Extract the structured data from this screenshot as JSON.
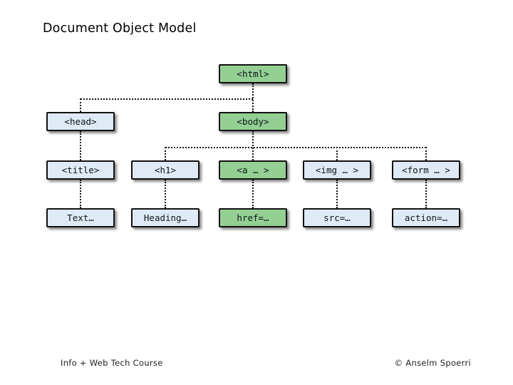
{
  "slide": {
    "title": "Document Object Model",
    "footer_left": "Info + Web Tech Course",
    "footer_right": "© Anselm Spoerri"
  },
  "colors": {
    "node_green": "#94d094",
    "node_blue": "#dfeaf5",
    "node_border": "#111111",
    "connector": "#111111",
    "background": "#ffffff"
  },
  "tree": {
    "nodes": [
      {
        "id": "html",
        "label": "<html>",
        "color": "green"
      },
      {
        "id": "head",
        "label": "<head>",
        "color": "blue"
      },
      {
        "id": "body",
        "label": "<body>",
        "color": "green"
      },
      {
        "id": "title",
        "label": "<title>",
        "color": "blue"
      },
      {
        "id": "h1",
        "label": "<h1>",
        "color": "blue"
      },
      {
        "id": "a",
        "label": "<a … >",
        "color": "green"
      },
      {
        "id": "img",
        "label": "<img … >",
        "color": "blue"
      },
      {
        "id": "form",
        "label": "<form … >",
        "color": "blue"
      },
      {
        "id": "text",
        "label": "Text…",
        "color": "blue"
      },
      {
        "id": "heading",
        "label": "Heading…",
        "color": "blue"
      },
      {
        "id": "href",
        "label": "href=…",
        "color": "green"
      },
      {
        "id": "src",
        "label": "src=…",
        "color": "blue"
      },
      {
        "id": "action",
        "label": "action=…",
        "color": "blue"
      }
    ],
    "edges": [
      [
        "html",
        "head"
      ],
      [
        "html",
        "body"
      ],
      [
        "head",
        "title"
      ],
      [
        "body",
        "h1"
      ],
      [
        "body",
        "a"
      ],
      [
        "body",
        "img"
      ],
      [
        "body",
        "form"
      ],
      [
        "title",
        "text"
      ],
      [
        "h1",
        "heading"
      ],
      [
        "a",
        "href"
      ],
      [
        "img",
        "src"
      ],
      [
        "form",
        "action"
      ]
    ],
    "edge_style": "dotted"
  }
}
